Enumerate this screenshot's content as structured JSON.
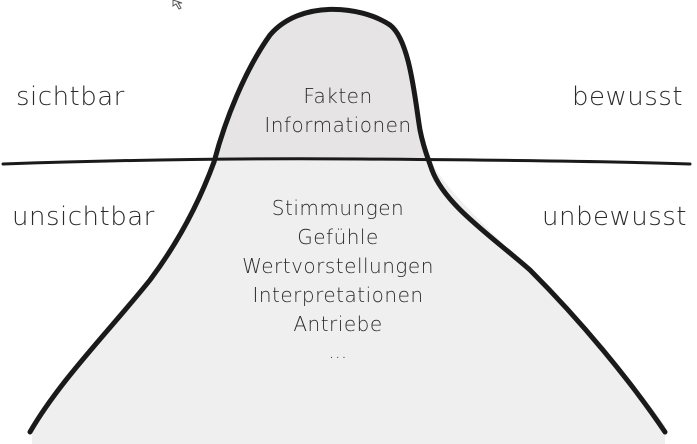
{
  "diagram": {
    "left_labels": {
      "above": "sichtbar",
      "below": "unsichtbar"
    },
    "right_labels": {
      "above": "bewusst",
      "below": "unbewusst"
    },
    "tip_items": [
      "Fakten",
      "Informationen"
    ],
    "submerged_items": [
      "Stimmungen",
      "Gefühle",
      "Wertvorstellungen",
      "Interpretationen",
      "Antriebe"
    ],
    "ellipsis": "...",
    "colors": {
      "tip_fill": "#e6e4e4",
      "body_fill": "#efefef",
      "outline": "#1a1a1a",
      "text": "#2b2b2b"
    }
  },
  "cursor": {
    "icon": "mouse-pointer-icon"
  }
}
